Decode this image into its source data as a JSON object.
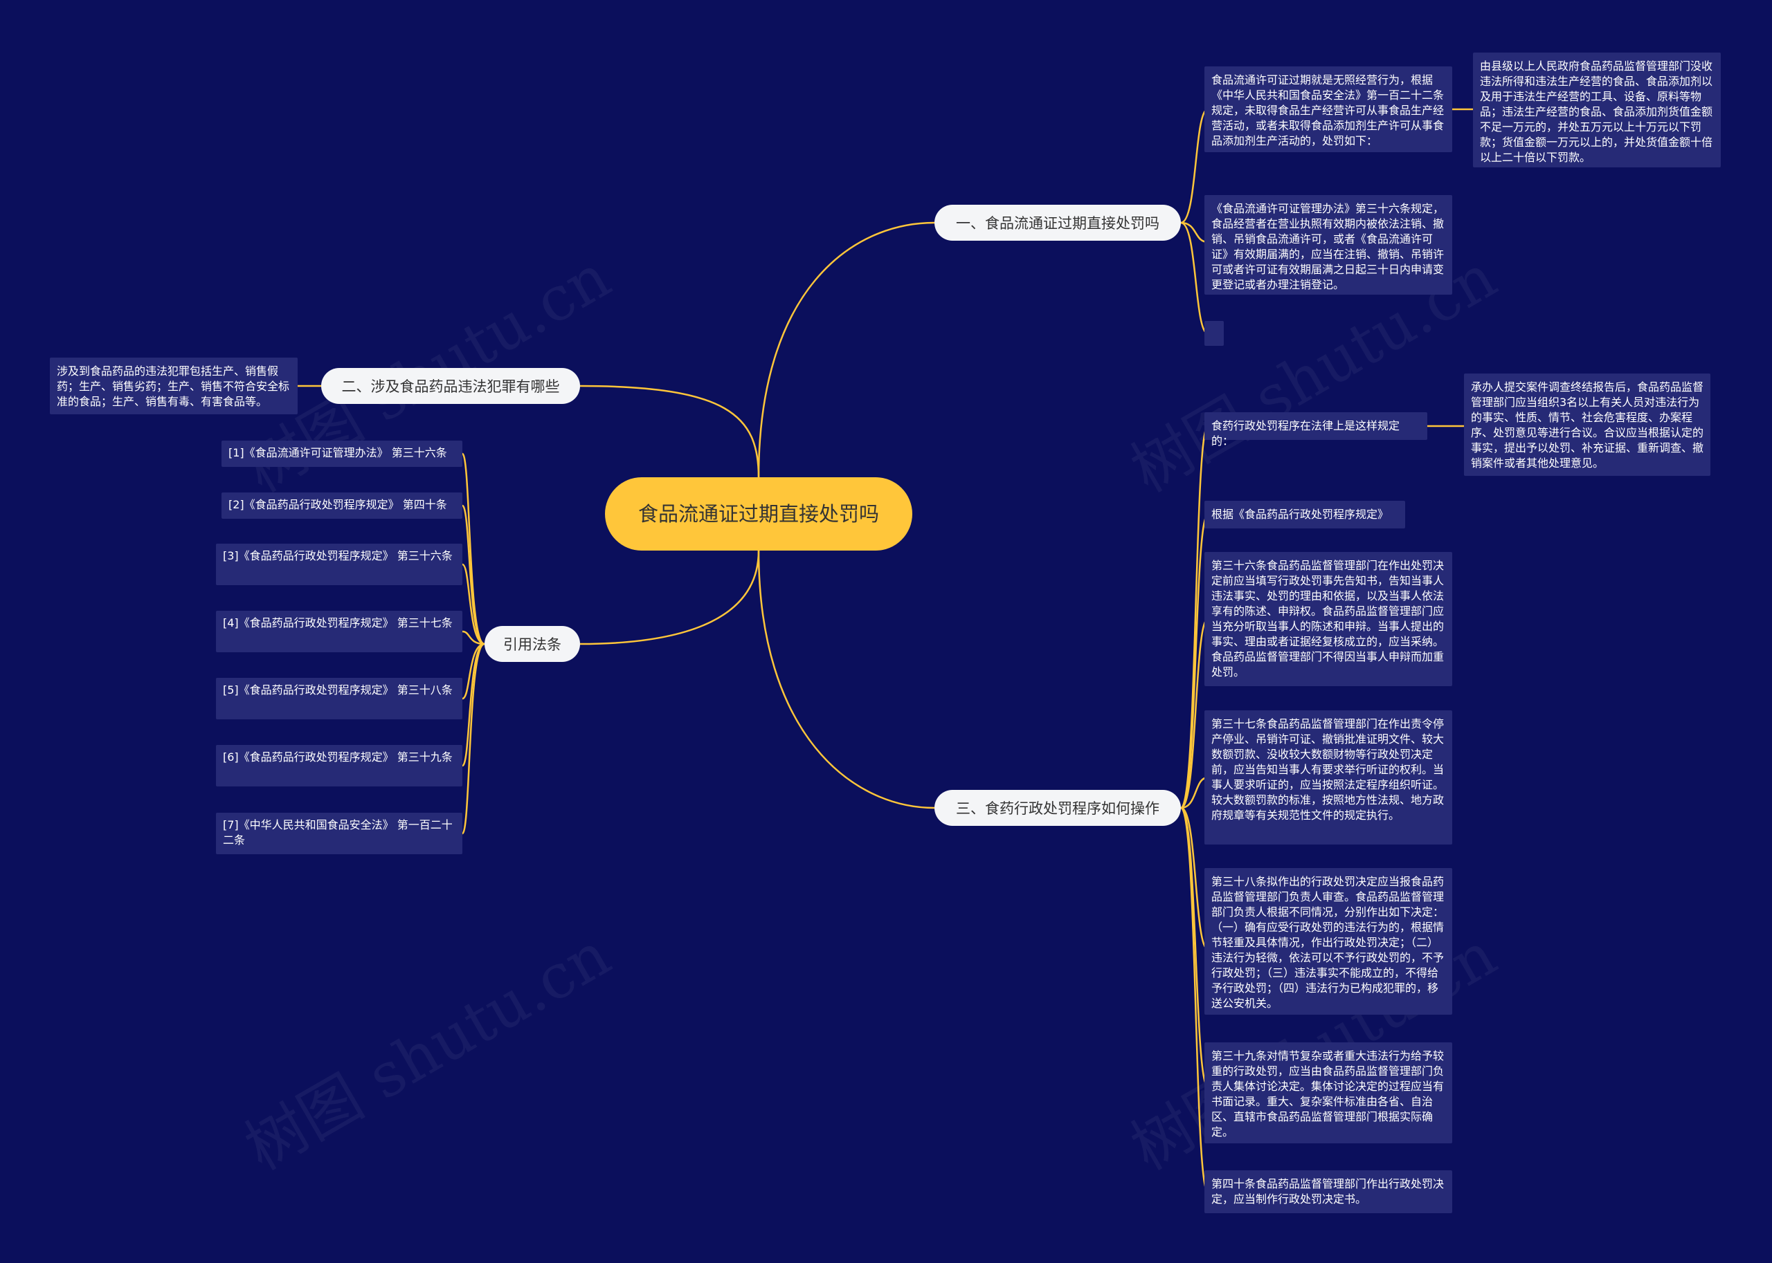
{
  "colors": {
    "background": "#0b0f5c",
    "root": "#ffc63a",
    "connector": "#ffc63a",
    "leaf": "#262a76",
    "branch": "#f4f5f7"
  },
  "root": {
    "title": "食品流通证过期直接处罚吗"
  },
  "branches": {
    "b1": {
      "label": "一、食品流通证过期直接处罚吗",
      "items": [
        "食品流通许可证过期就是无照经营行为，根据《中华人民共和国食品安全法》第一百二十二条规定，未取得食品生产经营许可从事食品生产经营活动，或者未取得食品添加剂生产许可从事食品添加剂生产活动的，处罚如下：",
        "《食品流通许可证管理办法》第三十六条规定，食品经营者在营业执照有效期内被依法注销、撤销、吊销食品流通许可，或者《食品流通许可证》有效期届满的，应当在注销、撤销、吊销许可或者许可证有效期届满之日起三十日内申请变更登记或者办理注销登记。",
        ""
      ],
      "sub": "由县级以上人民政府食品药品监督管理部门没收违法所得和违法生产经营的食品、食品添加剂以及用于违法生产经营的工具、设备、原料等物品；违法生产经营的食品、食品添加剂货值金额不足一万元的，并处五万元以上十万元以下罚款；货值金额一万元以上的，并处货值金额十倍以上二十倍以下罚款。"
    },
    "b2": {
      "label": "二、涉及食品药品违法犯罪有哪些",
      "items": [
        "涉及到食品药品的违法犯罪包括生产、销售假药；生产、销售劣药；生产、销售不符合安全标准的食品；生产、销售有毒、有害食品等。"
      ]
    },
    "b3": {
      "label": "三、食药行政处罚程序如何操作",
      "items": [
        "食药行政处罚程序在法律上是这样规定的：",
        "根据《食品药品行政处罚程序规定》",
        "第三十六条食品药品监督管理部门在作出处罚决定前应当填写行政处罚事先告知书，告知当事人违法事实、处罚的理由和依据，以及当事人依法享有的陈述、申辩权。食品药品监督管理部门应当充分听取当事人的陈述和申辩。当事人提出的事实、理由或者证据经复核成立的，应当采纳。食品药品监督管理部门不得因当事人申辩而加重处罚。",
        "第三十七条食品药品监督管理部门在作出责令停产停业、吊销许可证、撤销批准证明文件、较大数额罚款、没收较大数额财物等行政处罚决定前，应当告知当事人有要求举行听证的权利。当事人要求听证的，应当按照法定程序组织听证。较大数额罚款的标准，按照地方性法规、地方政府规章等有关规范性文件的规定执行。",
        "第三十八条拟作出的行政处罚决定应当报食品药品监督管理部门负责人审查。食品药品监督管理部门负责人根据不同情况，分别作出如下决定：（一）确有应受行政处罚的违法行为的，根据情节轻重及具体情况，作出行政处罚决定；（二）违法行为轻微，依法可以不予行政处罚的，不予行政处罚；（三）违法事实不能成立的，不得给予行政处罚；（四）违法行为已构成犯罪的，移送公安机关。",
        "第三十九条对情节复杂或者重大违法行为给予较重的行政处罚，应当由食品药品监督管理部门负责人集体讨论决定。集体讨论决定的过程应当有书面记录。重大、复杂案件标准由各省、自治区、直辖市食品药品监督管理部门根据实际确定。",
        "第四十条食品药品监督管理部门作出行政处罚决定，应当制作行政处罚决定书。"
      ],
      "sub": "承办人提交案件调查终结报告后，食品药品监督管理部门应当组织3名以上有关人员对违法行为的事实、性质、情节、社会危害程度、办案程序、处罚意见等进行合议。合议应当根据认定的事实，提出予以处罚、补充证据、重新调查、撤销案件或者其他处理意见。"
    },
    "b4": {
      "label": "引用法条",
      "items": [
        "[1]《食品流通许可证管理办法》 第三十六条",
        "[2]《食品药品行政处罚程序规定》 第四十条",
        "[3]《食品药品行政处罚程序规定》 第三十六条",
        "[4]《食品药品行政处罚程序规定》 第三十七条",
        "[5]《食品药品行政处罚程序规定》 第三十八条",
        "[6]《食品药品行政处罚程序规定》 第三十九条",
        "[7]《中华人民共和国食品安全法》 第一百二十二条"
      ]
    }
  },
  "watermark": "树图 shutu.cn"
}
